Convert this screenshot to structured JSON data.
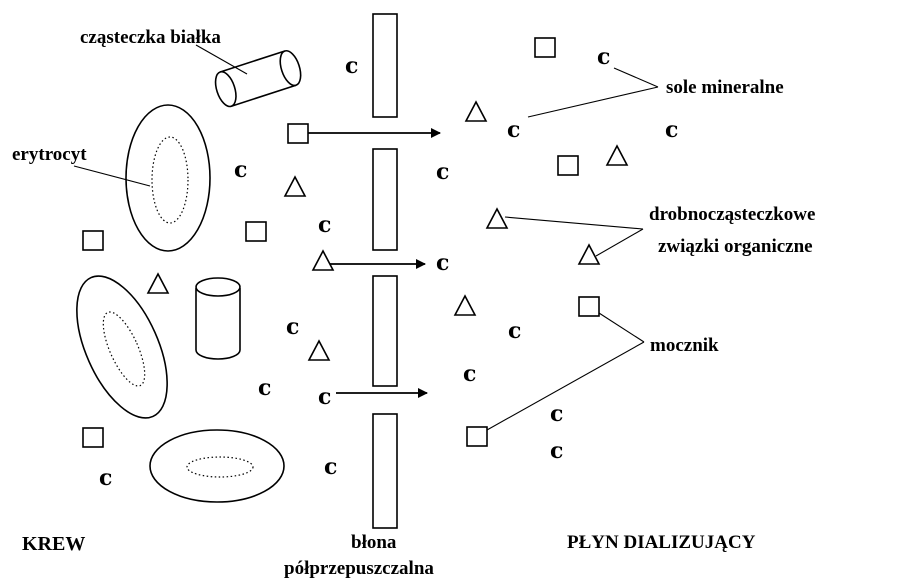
{
  "labels": {
    "protein": "cząsteczka białka",
    "erythrocyte": "erytrocyt",
    "minerals": "sole mineralne",
    "organic_line1": "drobnocząsteczkowe",
    "organic_line2": "związki organiczne",
    "urea": "mocznik",
    "blood": "KREW",
    "membrane_line1": "błona",
    "membrane_line2": "półprzepuszczalna",
    "dialysate": "PŁYN DIALIZUJĄCY"
  },
  "ion_glyph": "c"
}
